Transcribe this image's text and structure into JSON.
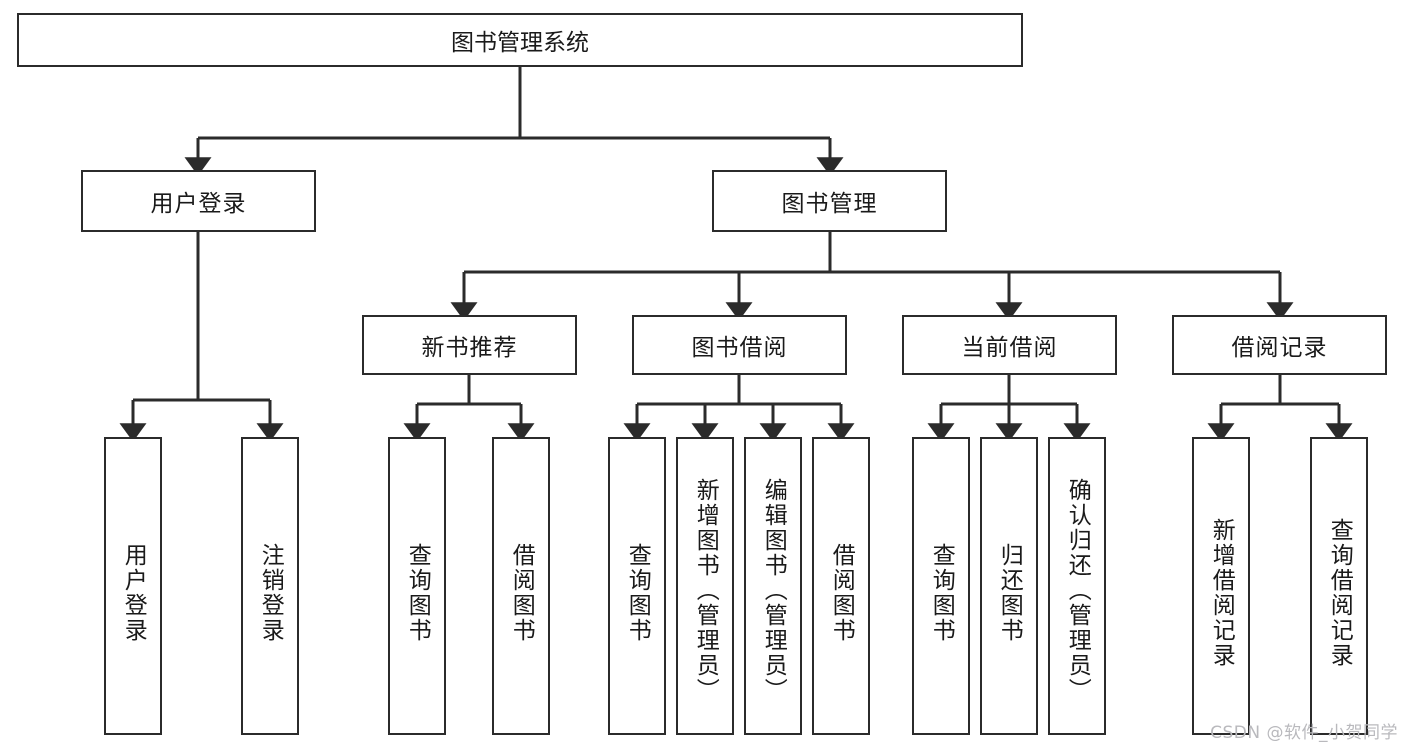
{
  "diagram": {
    "title": "图书管理系统",
    "type": "tree",
    "watermark": "CSDN @软件_小贺同学",
    "colors": {
      "box_border": "#2b2b2b",
      "box_fill": "#ffffff",
      "line": "#2b2b2b",
      "text": "#1a1a1a",
      "watermark": "#b9b9bd"
    },
    "nodes": {
      "root": {
        "label": "图书管理系统"
      },
      "level2": [
        {
          "id": "user-login",
          "label": "用户登录"
        },
        {
          "id": "book-manage",
          "label": "图书管理"
        }
      ],
      "level3": [
        {
          "id": "new-book-rec",
          "label": "新书推荐"
        },
        {
          "id": "book-borrow",
          "label": "图书借阅"
        },
        {
          "id": "current-borrow",
          "label": "当前借阅"
        },
        {
          "id": "borrow-record",
          "label": "借阅记录"
        }
      ],
      "leaves": [
        {
          "id": "leaf-user-login",
          "label": "用户登录",
          "parent": "user-login"
        },
        {
          "id": "leaf-logout-login",
          "label": "注销登录",
          "parent": "user-login"
        },
        {
          "id": "leaf-query-book-1",
          "label": "查询图书",
          "parent": "new-book-rec"
        },
        {
          "id": "leaf-borrow-book-1",
          "label": "借阅图书",
          "parent": "new-book-rec"
        },
        {
          "id": "leaf-query-book-2",
          "label": "查询图书",
          "parent": "book-borrow"
        },
        {
          "id": "leaf-add-book",
          "label": "新增图书（管理员）",
          "parent": "book-borrow"
        },
        {
          "id": "leaf-edit-book",
          "label": "编辑图书（管理员）",
          "parent": "book-borrow"
        },
        {
          "id": "leaf-borrow-book-2",
          "label": "借阅图书",
          "parent": "book-borrow"
        },
        {
          "id": "leaf-query-book-3",
          "label": "查询图书",
          "parent": "current-borrow"
        },
        {
          "id": "leaf-return-book",
          "label": "归还图书",
          "parent": "current-borrow"
        },
        {
          "id": "leaf-confirm-return",
          "label": "确认归还（管理员）",
          "parent": "current-borrow"
        },
        {
          "id": "leaf-add-record",
          "label": "新增借阅记录",
          "parent": "borrow-record"
        },
        {
          "id": "leaf-query-record",
          "label": "查询借阅记录",
          "parent": "borrow-record"
        }
      ]
    }
  }
}
